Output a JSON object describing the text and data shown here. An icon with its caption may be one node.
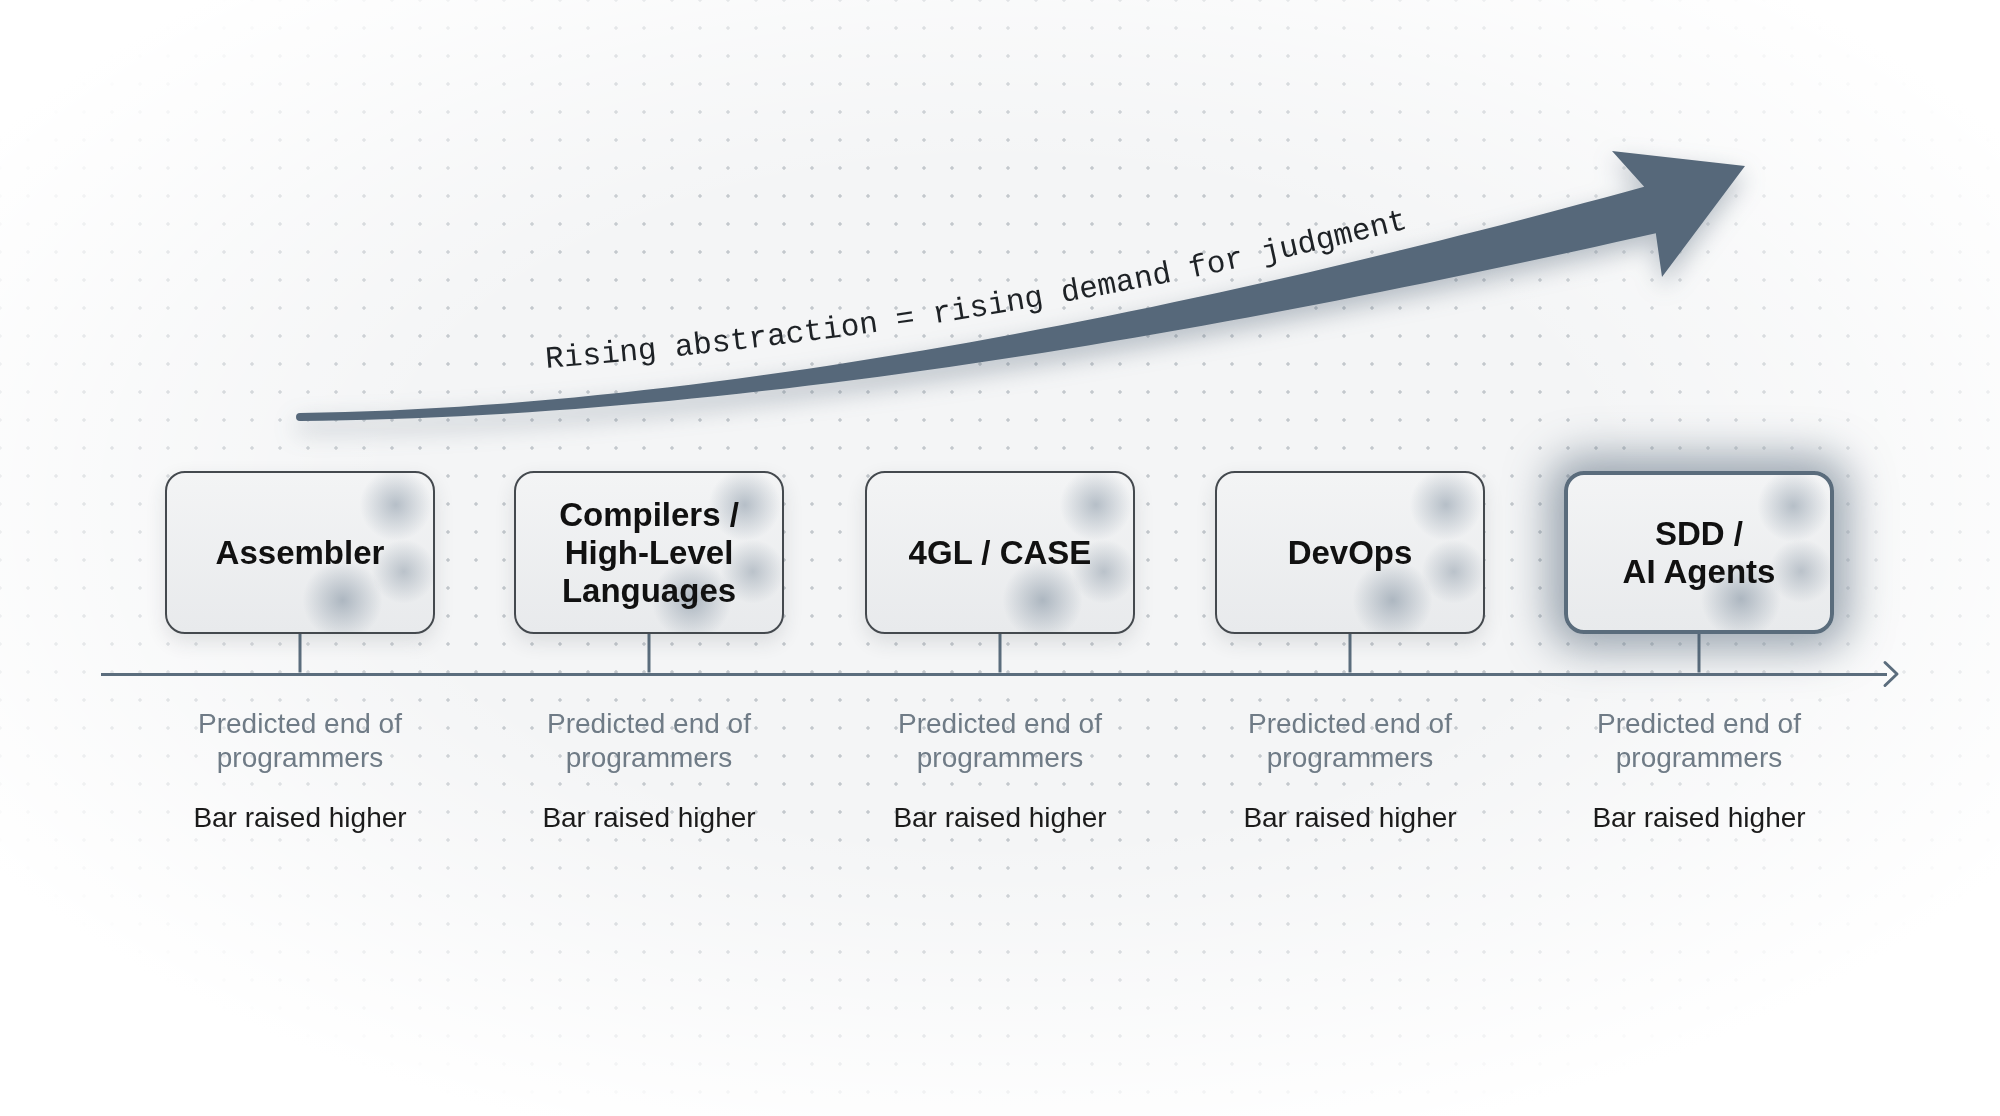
{
  "diagram": {
    "nodes": [
      {
        "text": [
          "Assembler"
        ],
        "beside": [
          "Predicted end of programmers",
          "Bar raised higher"
        ]
      },
      {
        "text": [
          "Compilers / High-Level Languages"
        ],
        "beside": [
          "Predicted end of programmers",
          "Bar raised higher"
        ]
      },
      {
        "text": [
          "4GL / CASE"
        ],
        "beside": [
          "Predicted end of programmers",
          "Bar raised higher"
        ]
      },
      {
        "text": [
          "DevOps"
        ],
        "beside": [
          "Predicted end of programmers",
          "Bar raised higher"
        ]
      },
      {
        "text": [
          "SDD / AI Agents"
        ],
        "beside": [
          "Predicted end of programmers",
          "Bar raised higher"
        ]
      },
      {
        "text": [],
        "shape": "bar"
      }
    ],
    "edges": [
      {
        "from": 0,
        "to": 5,
        "arrow": "none"
      },
      {
        "from": 1,
        "to": 5,
        "arrow": "none"
      },
      {
        "from": 2,
        "to": 5,
        "arrow": "none"
      },
      {
        "from": 3,
        "to": 5,
        "arrow": "none"
      },
      {
        "from": 4,
        "to": 5,
        "arrow": "none"
      }
    ],
    "labels": [
      "Rising abstraction = rising demand for judgment"
    ]
  }
}
